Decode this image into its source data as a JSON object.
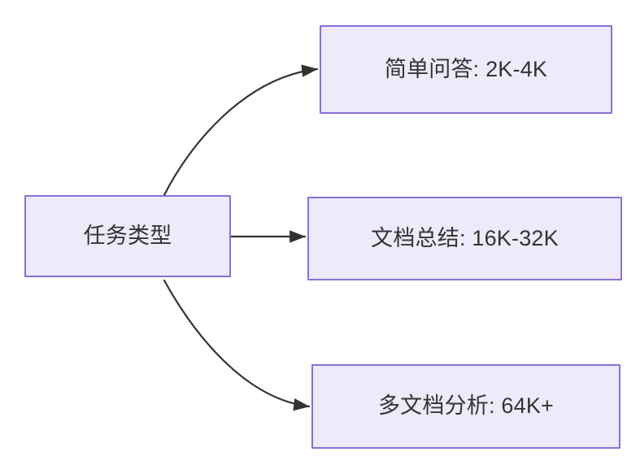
{
  "diagram": {
    "type": "flowchart",
    "direction": "left-to-right",
    "background_color": "#ffffff",
    "node_fill_color": "#ECEAFB",
    "node_border_color": "#8C6FD6",
    "node_text_color": "#333333",
    "edge_color": "#333333",
    "nodes": {
      "root": {
        "label": "任务类型"
      },
      "simple_qa": {
        "label": "简单问答: 2K-4K"
      },
      "doc_summary": {
        "label": "文档总结: 16K-32K"
      },
      "multi_doc": {
        "label": "多文档分析: 64K+"
      }
    },
    "edges": [
      {
        "from": "root",
        "to": "simple_qa",
        "style": "curved",
        "arrow": "arrowhead-icon",
        "label": ""
      },
      {
        "from": "root",
        "to": "doc_summary",
        "style": "straight",
        "arrow": "arrowhead-icon",
        "label": ""
      },
      {
        "from": "root",
        "to": "multi_doc",
        "style": "curved",
        "arrow": "arrowhead-icon",
        "label": ""
      }
    ]
  }
}
